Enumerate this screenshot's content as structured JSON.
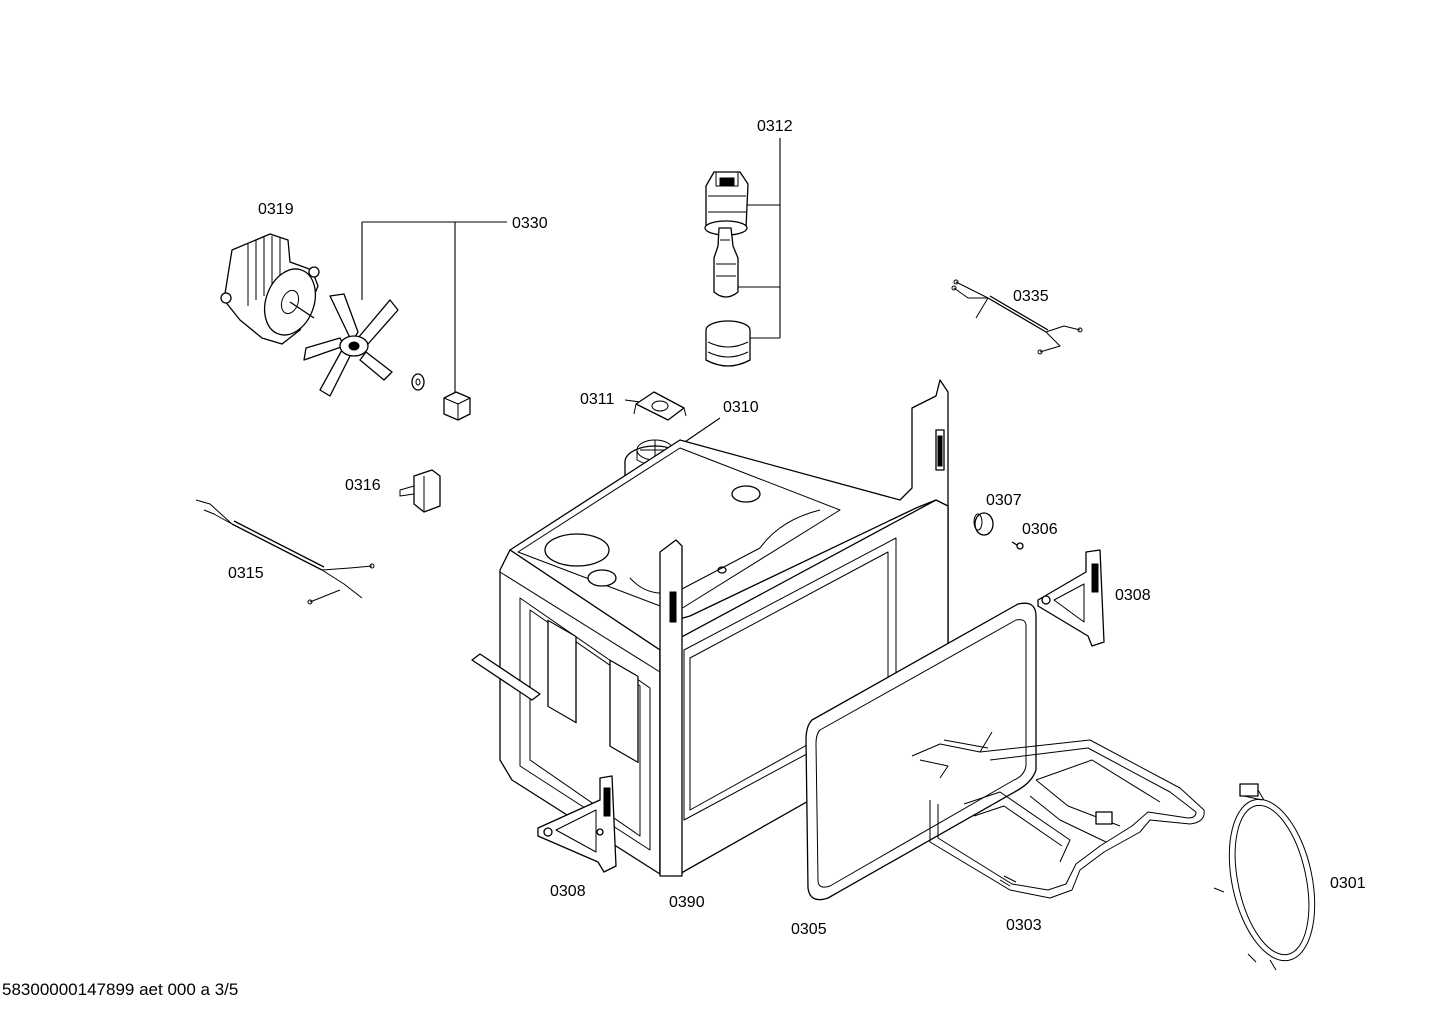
{
  "labels": {
    "l0312": "0312",
    "l0319": "0319",
    "l0330": "0330",
    "l0335": "0335",
    "l0311": "0311",
    "l0310": "0310",
    "l0316": "0316",
    "l0307a": "0307",
    "l0306a": "0306",
    "l0315": "0315",
    "l0308a": "0308",
    "l0307b": "0307",
    "l0306b": "0306",
    "l0308b": "0308",
    "l0390": "0390",
    "l0305": "0305",
    "l0303": "0303",
    "l0301": "0301"
  },
  "footer": "58300000147899 aet 000 a 3/5"
}
